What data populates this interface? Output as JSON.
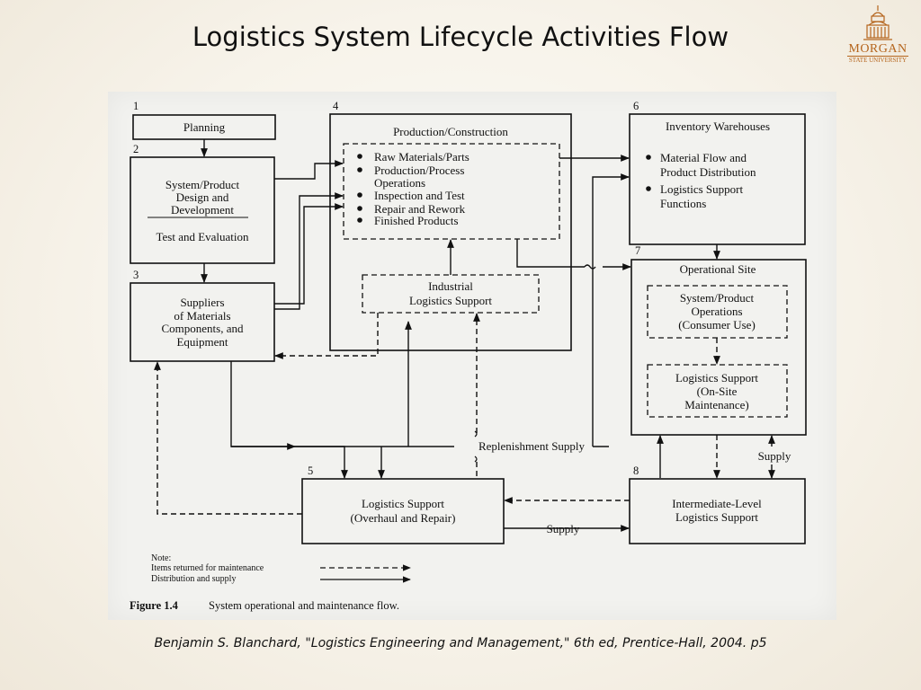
{
  "slide": {
    "title": "Logistics System Lifecycle Activities Flow",
    "citation": "Benjamin S. Blanchard, \"Logistics Engineering and Management,\" 6th ed, Prentice-Hall, 2004. p5"
  },
  "logo": {
    "word": "MORGAN",
    "subtitle": "STATE UNIVERSITY",
    "color": "#b5651d"
  },
  "figure": {
    "box1": {
      "number": "1",
      "label": "Planning"
    },
    "box2": {
      "number": "2",
      "line1": "System/Product",
      "line2": "Design and",
      "line3": "Development",
      "line4": "Test and Evaluation"
    },
    "box3": {
      "number": "3",
      "line1": "Suppliers",
      "line2": "of Materials",
      "line3": "Components, and",
      "line4": "Equipment"
    },
    "box4": {
      "number": "4",
      "title": "Production/Construction",
      "items": [
        "Raw Materials/Parts",
        "Production/Process",
        "Operations",
        "Inspection and Test",
        "Repair and Rework",
        "Finished Products"
      ],
      "ils_line1": "Industrial",
      "ils_line2": "Logistics Support"
    },
    "box5": {
      "number": "5",
      "line1": "Logistics Support",
      "line2": "(Overhaul and Repair)"
    },
    "box6": {
      "number": "6",
      "title": "Inventory Warehouses",
      "items": [
        "Material Flow and",
        "Product Distribution",
        "Logistics Support",
        "Functions"
      ]
    },
    "box7": {
      "number": "7",
      "title": "Operational Site",
      "ops_line1": "System/Product",
      "ops_line2": "Operations",
      "ops_line3": "(Consumer Use)",
      "ls_line1": "Logistics Support",
      "ls_line2": "(On-Site",
      "ls_line3": "Maintenance)"
    },
    "box8": {
      "number": "8",
      "line1": "Intermediate-Level",
      "line2": "Logistics Support"
    },
    "labels": {
      "replenishment": "Replenishment Supply",
      "supply_right": "Supply",
      "supply_bottom": "Supply"
    },
    "note": {
      "title": "Note:",
      "returned": "Items returned for maintenance",
      "distribution": "Distribution and supply"
    },
    "caption": {
      "number": "Figure 1.4",
      "text": "System operational and maintenance flow."
    }
  }
}
